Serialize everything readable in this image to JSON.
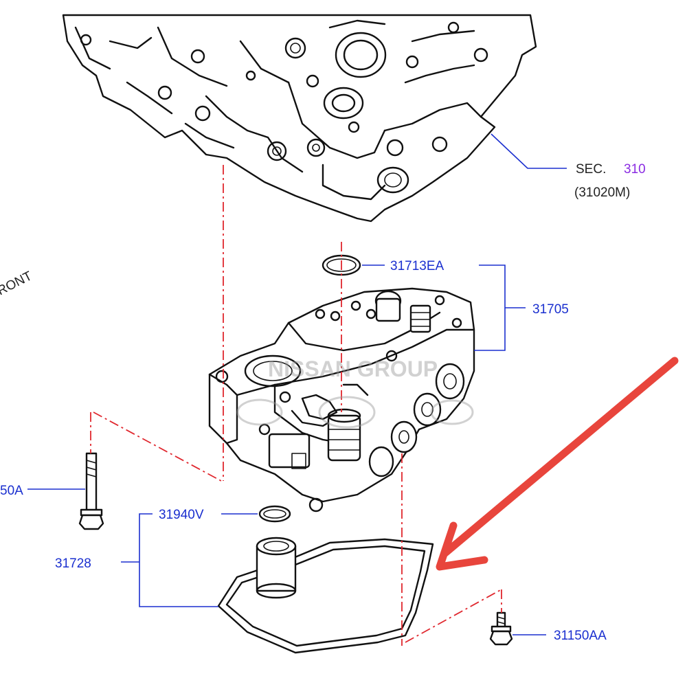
{
  "figure": {
    "section_ref_prefix": "SEC.",
    "section_ref_number": "310",
    "section_ref_code": "(31020M)",
    "front_label": "RONT",
    "watermark": "NISSAN GROUP",
    "arrow_color": "#e8453c"
  },
  "parts": [
    {
      "id": "31713EA",
      "label": "31713EA"
    },
    {
      "id": "31705",
      "label": "31705"
    },
    {
      "id": "31940V",
      "label": "31940V"
    },
    {
      "id": "31728",
      "label": "31728"
    },
    {
      "id": "31150AA",
      "label": "31150AA"
    },
    {
      "id": "left-bolt",
      "label": "50A"
    }
  ],
  "colors": {
    "leader": "#1a2fcf",
    "dashed_axis": "#e0272e",
    "section_number": "#8a2be2",
    "ink": "#111111"
  }
}
